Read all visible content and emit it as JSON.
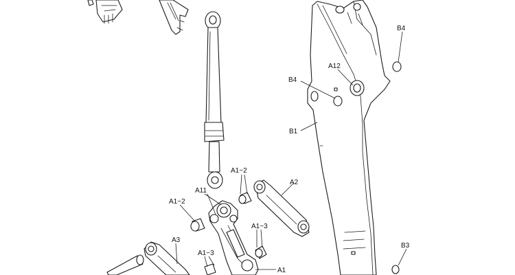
{
  "labels": {
    "B4_top": "B4",
    "A12": "A12",
    "B4_left": "B4",
    "B1": "B1",
    "A1_2_upper": "A1−2",
    "A2": "A2",
    "A11": "A11",
    "A1_2_left": "A1−2",
    "A1_3_right": "A1−3",
    "A3": "A3",
    "B3": "B3",
    "A1_3_lower": "A1−3",
    "A1": "A1"
  }
}
